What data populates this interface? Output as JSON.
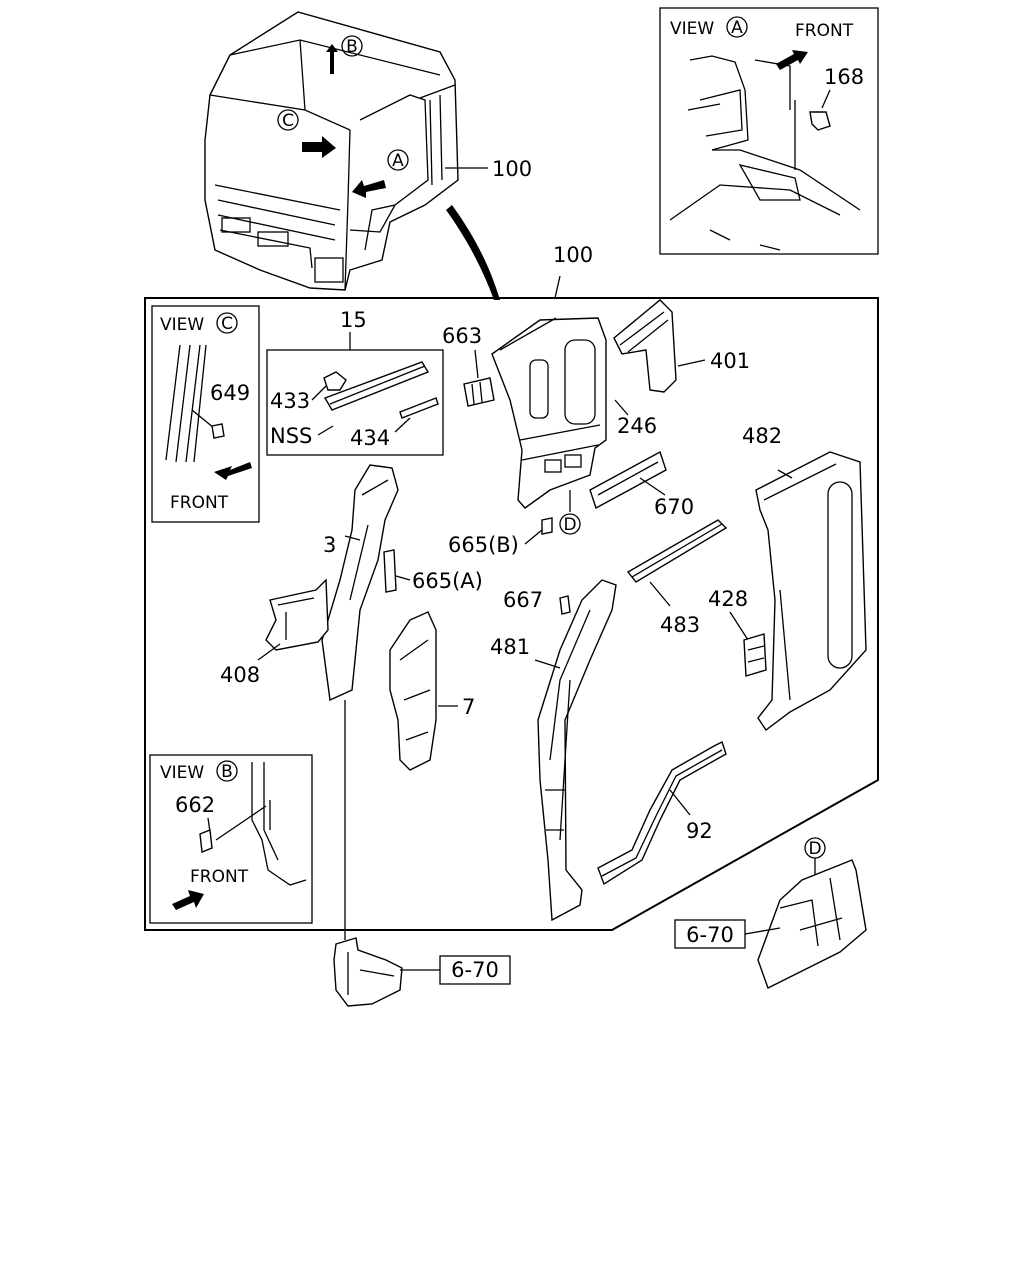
{
  "callouts": {
    "c100_top": "100",
    "c100_box": "100",
    "c168": "168",
    "c15": "15",
    "c663": "663",
    "c401": "401",
    "c649": "649",
    "c433": "433",
    "cNSS": "NSS",
    "c434": "434",
    "c246": "246",
    "c482": "482",
    "c670": "670",
    "c3": "3",
    "c665b": "665(B)",
    "c665a": "665(A)",
    "c667": "667",
    "c428": "428",
    "c483": "483",
    "c481": "481",
    "c408": "408",
    "c7": "7",
    "c662": "662",
    "c92": "92",
    "ref_670_left": "6-70",
    "ref_670_right": "6-70"
  },
  "views": {
    "viewA_title": "VIEW",
    "viewA_letter": "A",
    "viewA_front": "FRONT",
    "viewB_title": "VIEW",
    "viewB_letter": "B",
    "viewB_front": "FRONT",
    "viewC_title": "VIEW",
    "viewC_letter": "C",
    "viewC_front": "FRONT"
  },
  "circle_markers": {
    "cab_a": "A",
    "cab_b": "B",
    "cab_c": "C",
    "d_main": "D",
    "d_floor": "D"
  },
  "colors": {
    "ink": "#000000",
    "paper": "#ffffff"
  }
}
